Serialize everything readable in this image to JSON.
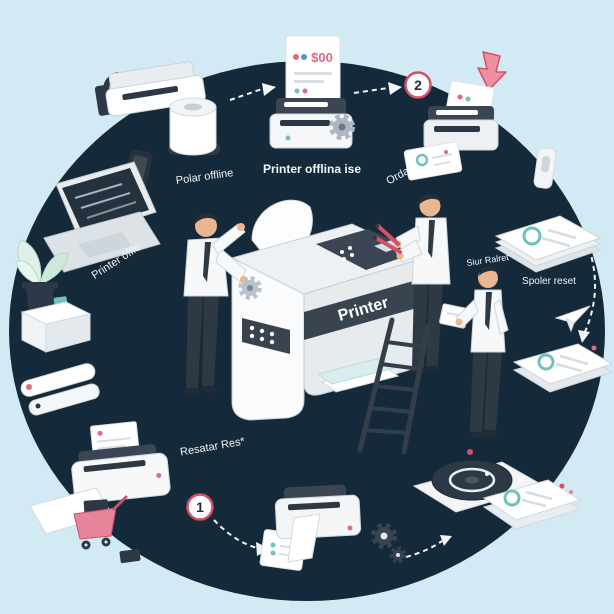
{
  "scene": {
    "background_color": "#d2eaf3",
    "ellipse_color": "#14293a",
    "accent_pink": "#e06a83",
    "accent_teal": "#6fc2bd",
    "accent_dark": "#39434f",
    "paper_white": "#ffffff"
  },
  "labels": {
    "polar_offline": "Polar offline",
    "printer_offlina_ise": "Printer offlina ise",
    "ordar": "Ordar",
    "printer_offle": "Printer offle",
    "siur_ralret": "Siur Ralret",
    "spoler_reset": "Spoler reset",
    "resatar_res": "Resatar Res*",
    "printer_front": "Printer",
    "doc_value": "$00"
  },
  "badges": {
    "step_one": "1",
    "step_two": "2"
  }
}
